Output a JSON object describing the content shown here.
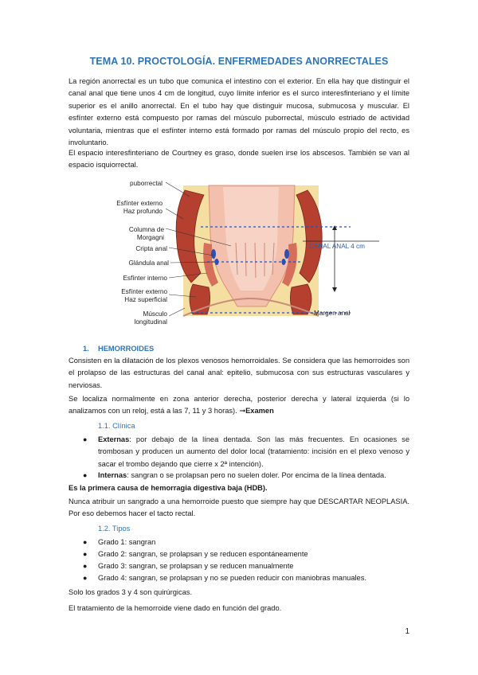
{
  "title": "TEMA 10. PROCTOLOGÍA. ENFERMEDADES ANORRECTALES",
  "intro": "La región anorrectal es un tubo que comunica el intestino con el exterior. En ella hay que distinguir el canal anal que tiene unos 4 cm de longitud, cuyo límite inferior es el surco interesfinteriano y el límite superior es el anillo anorrectal. En el tubo hay que distinguir mucosa, submucosa y muscular. El esfínter externo está compuesto por ramas del músculo puborrectal, músculo estriado de actividad voluntaria, mientras que el esfínter interno está formado por ramas del músculo propio del recto, es involuntario.",
  "courtney": "El espacio interesfinteriano de Courtney es graso, donde suelen irse los abscesos. También se van al espacio isquiorrectal.",
  "figure": {
    "labels": {
      "puborrectal": "puborrectal",
      "esfinter_ext_prof_1": "Esfínter externo",
      "esfinter_ext_prof_2": "Haz profundo",
      "columna_1": "Columna de",
      "columna_2": "Morgagni",
      "cripta": "Cripta anal",
      "glandula": "Glándula anal",
      "esfinter_interno": "Esfínter interno",
      "esfinter_ext_sup_1": "Esfínter externo",
      "esfinter_ext_sup_2": "Haz superficial",
      "musculo_1": "Músculo",
      "musculo_2": "longitudinal",
      "canal_anal": "CANAL ANAL 4 cm",
      "margen_anal": "Margen anal"
    }
  },
  "section1": {
    "number": "1.",
    "heading": "HEMORROIDES",
    "p1": "Consisten en la dilatación de los plexos venosos hemorroidales. Se considera que las hemorroides son el prolapso de las estructuras del canal anal: epitelio, submucosa con sus estructuras vasculares y nerviosas.",
    "p2_text": "Se localiza normalmente en zona anterior derecha, posterior derecha y lateral izquierda (si lo analizamos con un reloj, está a las 7, 11 y 3 horas).",
    "p2_arrow": "➞",
    "p2_bold": "Examen",
    "clinica": {
      "heading": "1.1. Clínica",
      "externas_label": "Externas",
      "externas_text": ": por debajo de la línea dentada. Son las más frecuentes. En ocasiones se trombosan y producen un aumento del dolor local (tratamiento: incisión en el plexo venoso y sacar el trombo dejando que cierre x 2ª intención).",
      "internas_label": "Internas",
      "internas_text": ": sangran o se prolapsan pero no suelen doler. Por encima de la línea dentada."
    },
    "hdb": "Es la primera causa de hemorragia digestiva baja (HDB).",
    "neoplasia": "Nunca atribuir un sangrado a una hemorroide puesto que siempre hay que DESCARTAR NEOPLASIA. Por eso debemos hacer el tacto rectal.",
    "tipos": {
      "heading": "1.2. Tipos",
      "items": [
        "Grado 1: sangran",
        "Grado 2: sangran, se prolapsan y se reducen espontáneamente",
        "Grado 3: sangran, se prolapsan y se reducen manualmente",
        "Grado 4: sangran, se prolapsan y no se pueden reducir con maniobras manuales."
      ]
    },
    "quirurgicas": "Solo los grados 3 y 4 son quirúrgicas.",
    "tratamiento": "El tratamiento de la hemorroide viene dado en función del grado."
  },
  "page_number": "1",
  "colors": {
    "heading_blue": "#2e74b5",
    "muscle_red": "#b5402f",
    "mucosa_pink": "#f0b8a6"
  },
  "bullet_glyph": "●"
}
